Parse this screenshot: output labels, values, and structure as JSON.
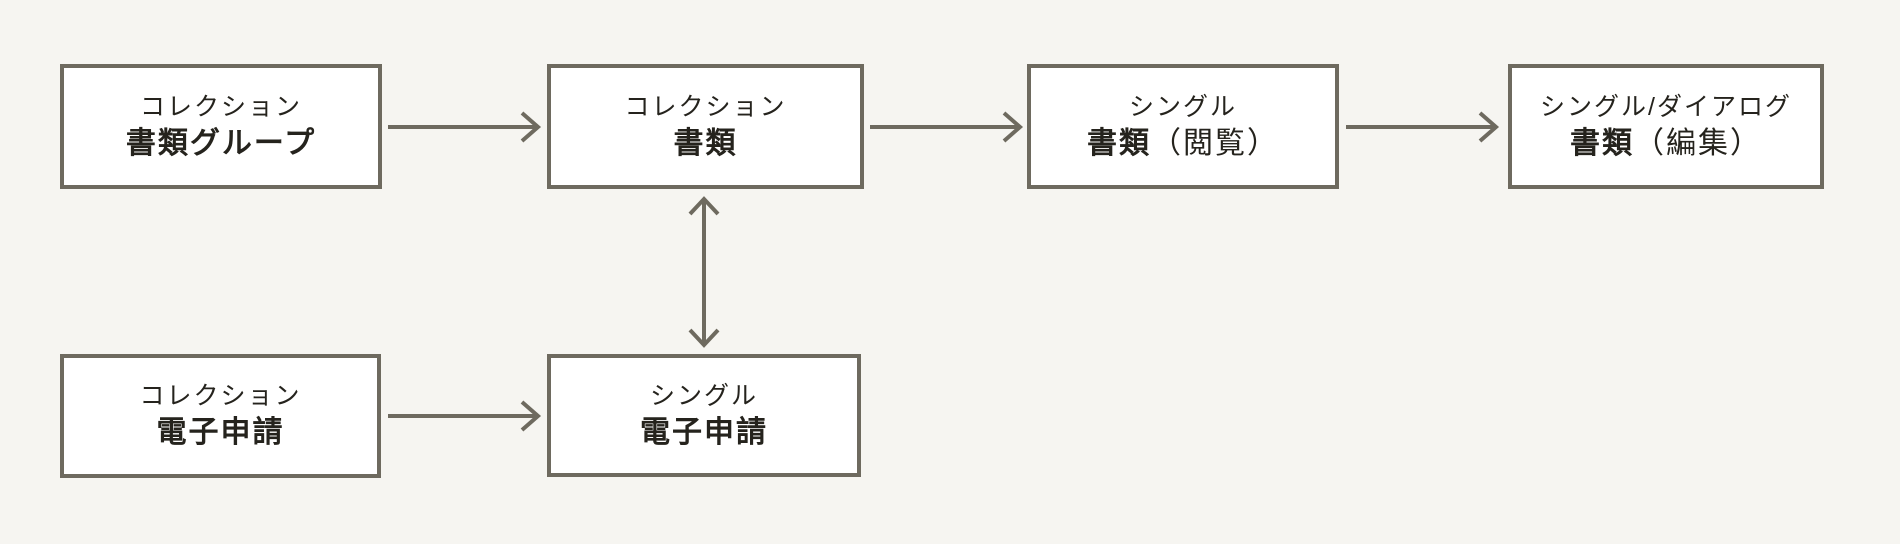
{
  "diagram": {
    "colors": {
      "background": "#f6f5f1",
      "box_fill": "#ffffff",
      "border": "#6e6a5f",
      "arrow": "#6e6a5f",
      "text": "#25231d"
    },
    "nodes": [
      {
        "id": "doc-group",
        "type_label": "コレクション",
        "title": "書類グループ",
        "title_suffix": ""
      },
      {
        "id": "doc",
        "type_label": "コレクション",
        "title": "書類",
        "title_suffix": ""
      },
      {
        "id": "doc-view",
        "type_label": "シングル",
        "title": "書類",
        "title_suffix": "（閲覧）"
      },
      {
        "id": "doc-edit",
        "type_label": "シングル/ダイアログ",
        "title": "書類",
        "title_suffix": "（編集）"
      },
      {
        "id": "eapp-collection",
        "type_label": "コレクション",
        "title": "電子申請",
        "title_suffix": ""
      },
      {
        "id": "eapp-single",
        "type_label": "シングル",
        "title": "電子申請",
        "title_suffix": ""
      }
    ],
    "edges": [
      {
        "from": "doc-group",
        "to": "doc",
        "direction": "right"
      },
      {
        "from": "doc",
        "to": "doc-view",
        "direction": "right"
      },
      {
        "from": "doc-view",
        "to": "doc-edit",
        "direction": "right"
      },
      {
        "from": "eapp-collection",
        "to": "eapp-single",
        "direction": "right"
      },
      {
        "from": "eapp-single",
        "to": "doc",
        "direction": "both"
      }
    ]
  }
}
